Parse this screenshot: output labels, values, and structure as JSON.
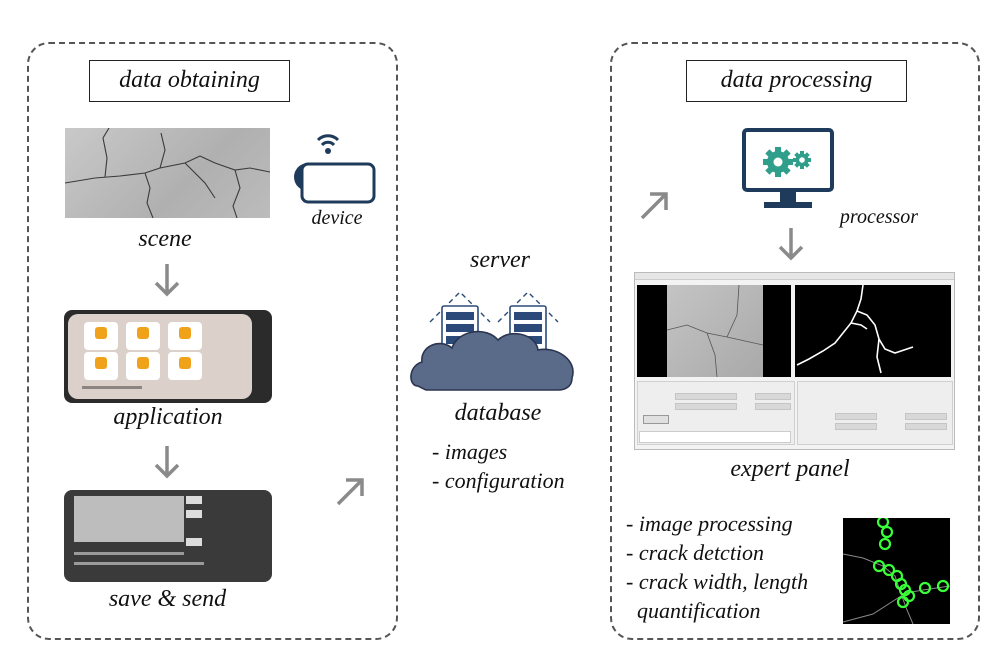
{
  "left_panel": {
    "title": "data obtaining",
    "scene_label": "scene",
    "device_label": "device",
    "application_label": "application",
    "save_label": "save & send"
  },
  "server": {
    "title": "server",
    "database_label": "database",
    "items": [
      "- images",
      "- configuration"
    ]
  },
  "right_panel": {
    "title": "data processing",
    "processor_label": "processor",
    "expert_label": "expert panel",
    "tasks": [
      "- image processing",
      "- crack detction",
      "- crack width, length",
      "  quantification"
    ]
  },
  "colors": {
    "arrow": "#8a8a8a",
    "monitor": "#1f3b5b",
    "gear": "#2f9e8a",
    "cloud": "#5a6b8a",
    "server_rack": "#2b4a7a",
    "detection_marker": "#39ff39",
    "app_icon": "#f0a21b"
  }
}
